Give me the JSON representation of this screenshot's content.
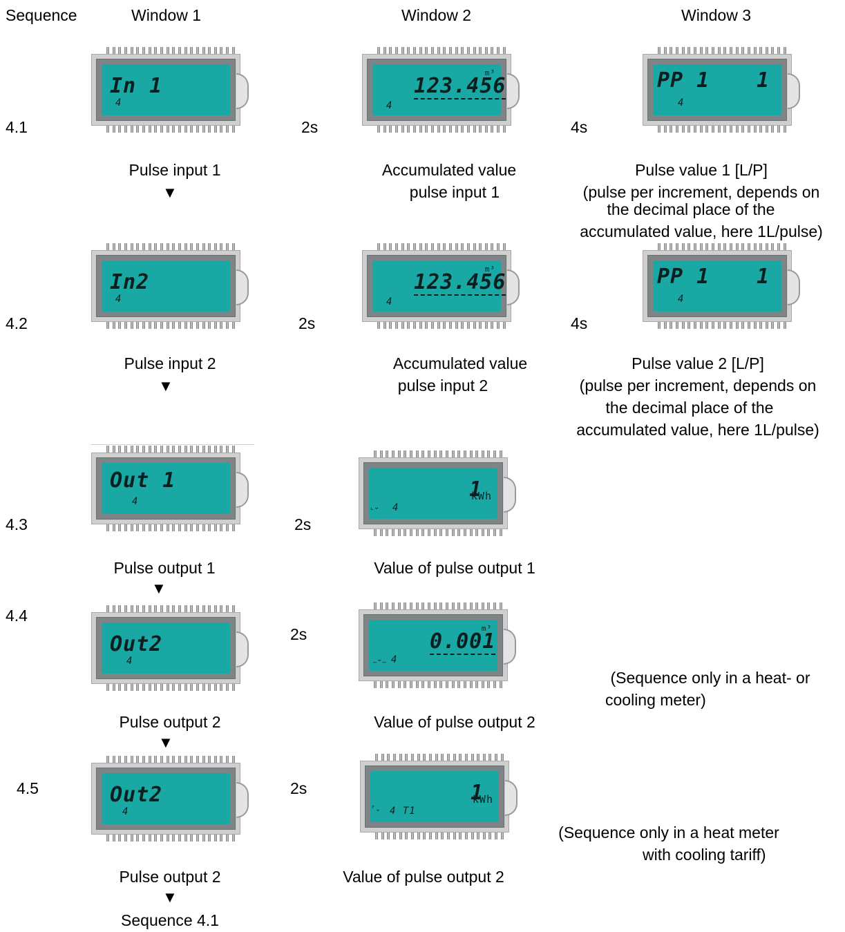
{
  "headers": {
    "sequence": "Sequence",
    "window1": "Window 1",
    "window2": "Window 2",
    "window3": "Window 3"
  },
  "rows": [
    {
      "id": "4.1",
      "delay2": "2s",
      "delay3": "4s",
      "lcd1": {
        "main": "In 1",
        "small": "4"
      },
      "lcd2": {
        "value": "123.456",
        "unit": "m³",
        "small": "4"
      },
      "lcd3": {
        "main": "PP 1",
        "right": "1",
        "small": "4"
      },
      "caption1": "Pulse input 1",
      "caption2": [
        "Accumulated value",
        "pulse input 1"
      ],
      "caption3": [
        "Pulse value 1 [L/P]",
        "(pulse per increment, depends on",
        "the decimal place of the",
        "accumulated value, here 1L/pulse)"
      ]
    },
    {
      "id": "4.2",
      "delay2": "2s",
      "delay3": "4s",
      "lcd1": {
        "main": "In2",
        "small": "4"
      },
      "lcd2": {
        "value": "123.456",
        "unit": "m³",
        "small": "4"
      },
      "lcd3": {
        "main": "PP 1",
        "right": "1",
        "small": "4"
      },
      "caption1": "Pulse input 2",
      "caption2": [
        "Accumulated value",
        "pulse input 2"
      ],
      "caption3": [
        "Pulse value 2 [L/P]",
        "(pulse per increment, depends on",
        "the decimal place of the",
        "accumulated value, here 1L/pulse)"
      ]
    },
    {
      "id": "4.3",
      "delay2": "2s",
      "lcd1": {
        "main": "Out 1",
        "small": "4"
      },
      "lcd2": {
        "value": "1",
        "unit": "kWh",
        "small": "4"
      },
      "caption1": "Pulse output 1",
      "caption2": "Value of pulse output 1"
    },
    {
      "id": "4.4",
      "delay2": "2s",
      "lcd1": {
        "main": "Out2",
        "small": "4"
      },
      "lcd2": {
        "value": "0.001",
        "unit": "m³",
        "small": "4"
      },
      "caption1": "Pulse output 2",
      "caption2": "Value of pulse output 2",
      "note": [
        "(Sequence only in a heat- or",
        "cooling meter)"
      ]
    },
    {
      "id": "4.5",
      "delay2": "2s",
      "lcd1": {
        "main": "Out2",
        "small": "4"
      },
      "lcd2": {
        "value": "1",
        "unit": "kWh",
        "small": "4 T1"
      },
      "caption1": "Pulse output 2",
      "caption2": "Value of pulse output 2",
      "note": [
        "(Sequence only in a heat meter",
        "with cooling tariff)"
      ],
      "final": "Sequence 4.1"
    }
  ]
}
